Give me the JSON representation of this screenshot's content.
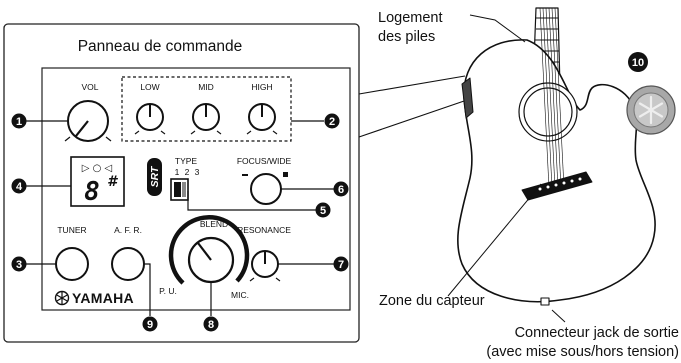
{
  "panel": {
    "title": "Panneau de commande",
    "vol": "VOL",
    "low": "LOW",
    "mid": "MID",
    "high": "HIGH",
    "type": "TYPE",
    "type_positions": [
      "1",
      "2",
      "3"
    ],
    "focus_wide": "FOCUS/WIDE",
    "blend": "BLEND",
    "pu": "P. U.",
    "mic": "MIC.",
    "resonance": "RESONANCE",
    "tuner": "TUNER",
    "afr": "A. F. R.",
    "srt": "SRT",
    "tuner_display": "8",
    "tuner_sharp": "#",
    "tuner_indicators": "▷ ○ ◁",
    "brand": "YAMAHA"
  },
  "callouts": [
    "1",
    "2",
    "3",
    "4",
    "5",
    "6",
    "7",
    "8",
    "9",
    "10"
  ],
  "guitar_labels": {
    "battery_line1": "Logement",
    "battery_line2": "des piles",
    "pickup_zone": "Zone du capteur",
    "jack_line1": "Connecteur jack de sortie",
    "jack_line2": "(avec mise sous/hors tension)"
  },
  "colors": {
    "ink": "#111111",
    "panel_border": "#222222",
    "background": "#ffffff",
    "emblem": "#9a9a9a"
  }
}
